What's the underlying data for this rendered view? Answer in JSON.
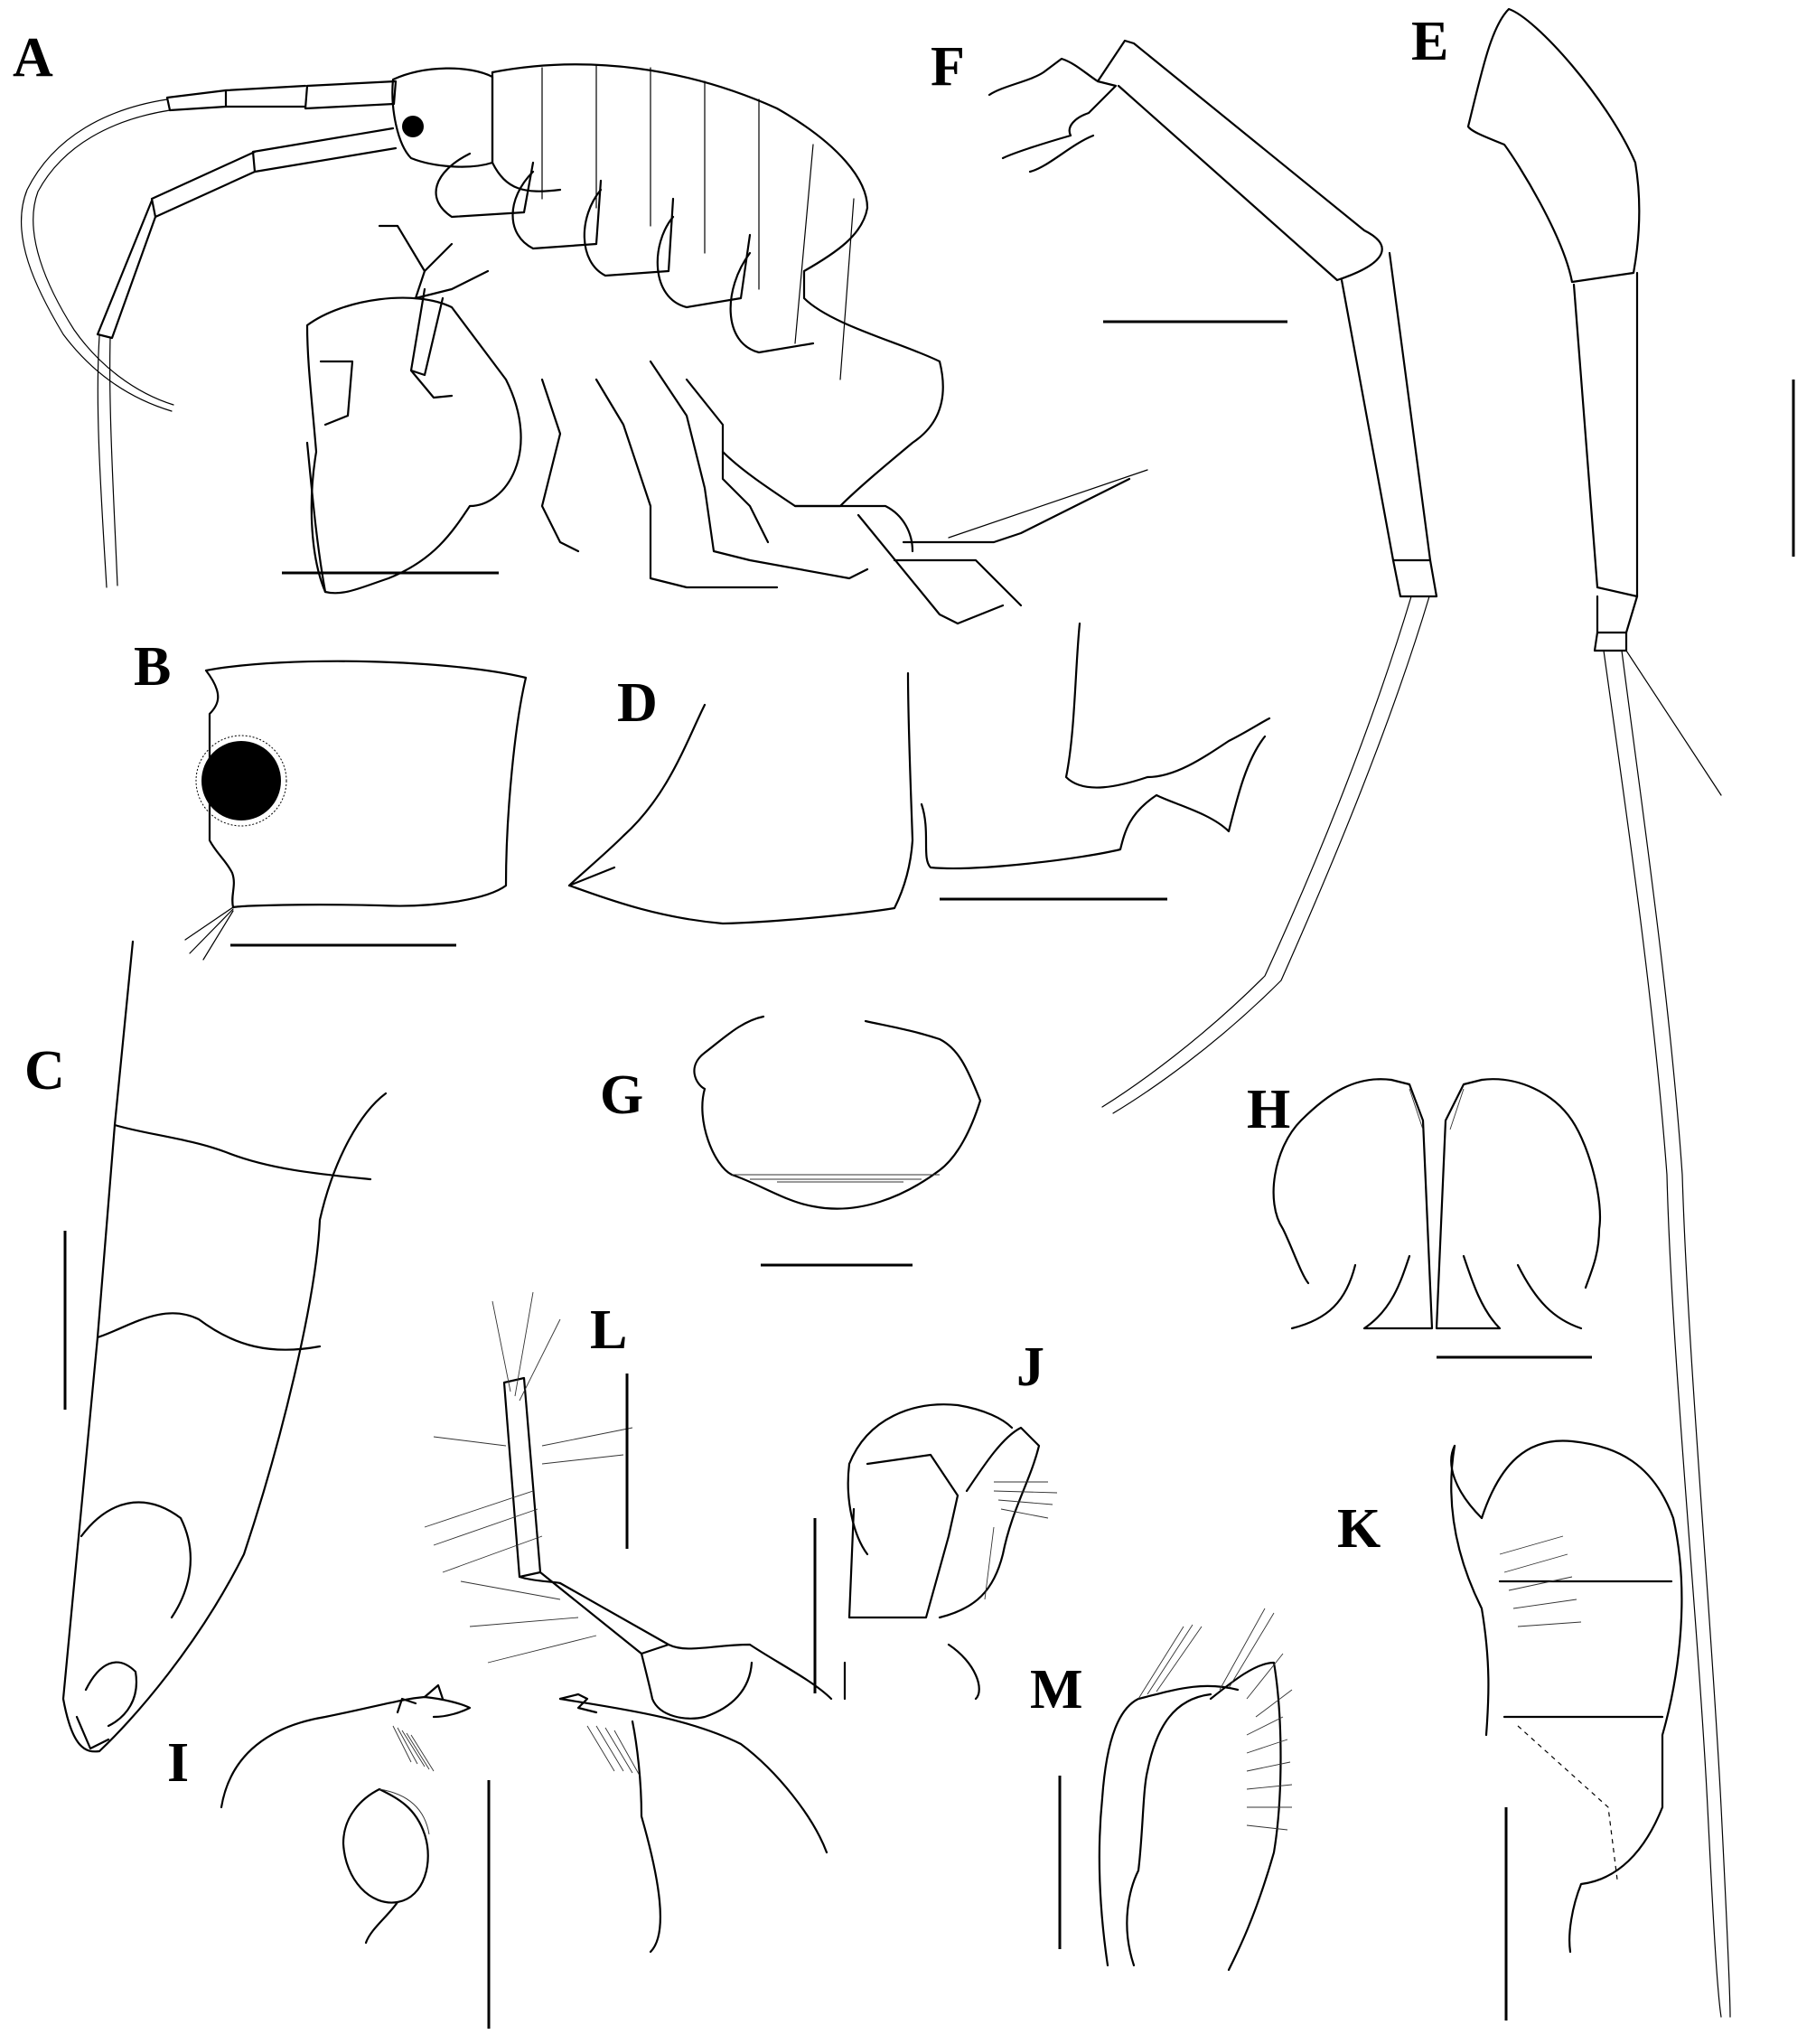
{
  "plate": {
    "panels": [
      {
        "id": "A"
      },
      {
        "id": "B"
      },
      {
        "id": "C"
      },
      {
        "id": "D"
      },
      {
        "id": "E"
      },
      {
        "id": "F"
      },
      {
        "id": "G"
      },
      {
        "id": "H"
      },
      {
        "id": "I"
      },
      {
        "id": "J"
      },
      {
        "id": "K"
      },
      {
        "id": "L"
      },
      {
        "id": "M"
      }
    ]
  }
}
